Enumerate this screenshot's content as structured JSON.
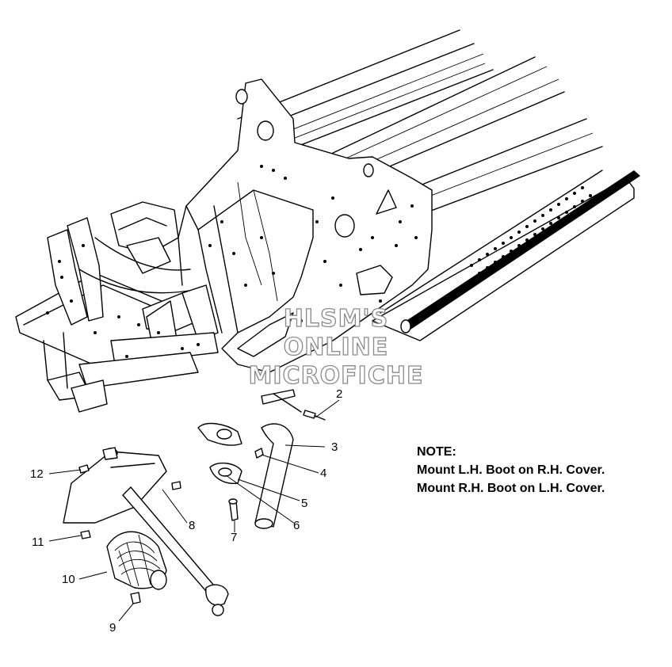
{
  "callouts": [
    {
      "id": "2",
      "label": "2"
    },
    {
      "id": "3",
      "label": "3"
    },
    {
      "id": "4",
      "label": "4"
    },
    {
      "id": "5",
      "label": "5"
    },
    {
      "id": "6",
      "label": "6"
    },
    {
      "id": "7",
      "label": "7"
    },
    {
      "id": "8",
      "label": "8"
    },
    {
      "id": "9",
      "label": "9"
    },
    {
      "id": "10",
      "label": "10"
    },
    {
      "id": "11",
      "label": "11"
    },
    {
      "id": "12",
      "label": "12"
    }
  ],
  "note": {
    "heading": "NOTE:",
    "line1": "Mount L.H. Boot on R.H. Cover.",
    "line2": "Mount R.H. Boot on L.H. Cover."
  },
  "watermark": {
    "line1": "HLSM'S",
    "line2": "ONLINE",
    "line3": "MICROFICHE"
  }
}
